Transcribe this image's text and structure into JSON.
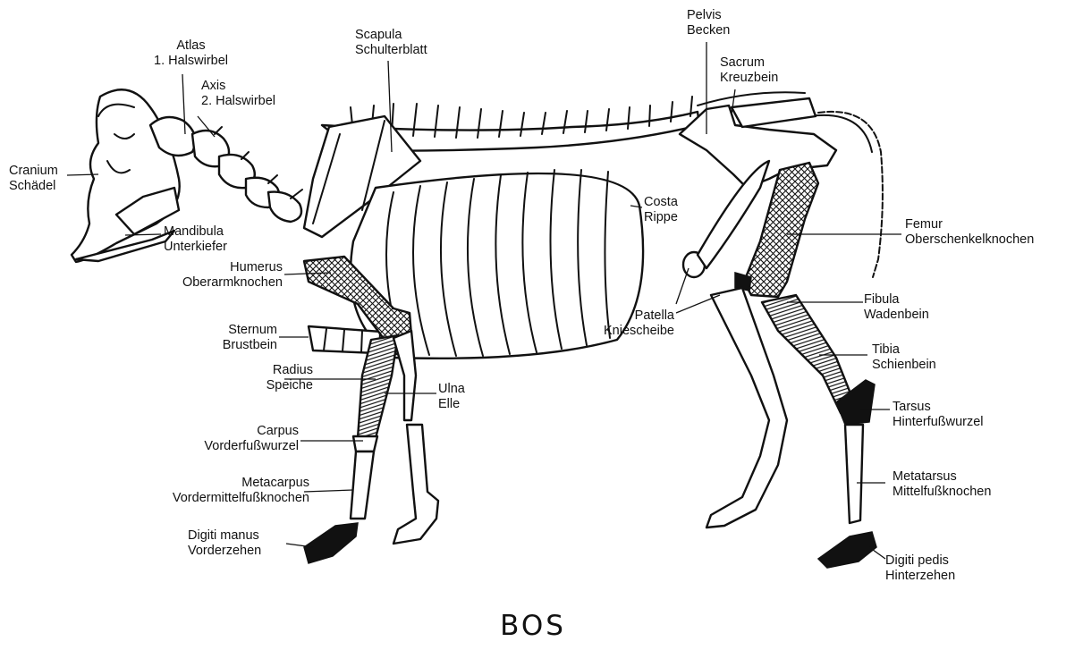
{
  "title": "BOS",
  "labels": {
    "atlas": [
      "Atlas",
      "1. Halswirbel"
    ],
    "axis": [
      "Axis",
      "2. Halswirbel"
    ],
    "scapula": [
      "Scapula",
      "Schulterblatt"
    ],
    "pelvis": [
      "Pelvis",
      "Becken"
    ],
    "sacrum": [
      "Sacrum",
      "Kreuzbein"
    ],
    "cranium": [
      "Cranium",
      "Schädel"
    ],
    "mandibula": [
      "Mandibula",
      "Unterkiefer"
    ],
    "costa": [
      "Costa",
      "Rippe"
    ],
    "femur": [
      "Femur",
      "Oberschenkelknochen"
    ],
    "humerus": [
      "Humerus",
      "Oberarmknochen"
    ],
    "fibula": [
      "Fibula",
      "Wadenbein"
    ],
    "patella": [
      "Patella",
      "Kniescheibe"
    ],
    "sternum": [
      "Sternum",
      "Brustbein"
    ],
    "tibia": [
      "Tibia",
      "Schienbein"
    ],
    "radius": [
      "Radius",
      "Speiche"
    ],
    "ulna": [
      "Ulna",
      "Elle"
    ],
    "tarsus": [
      "Tarsus",
      "Hinterfußwurzel"
    ],
    "carpus": [
      "Carpus",
      "Vorderfußwurzel"
    ],
    "metacarpus": [
      "Metacarpus",
      "Vordermittelfußknochen"
    ],
    "metatarsus": [
      "Metatarsus",
      "Mittelfußknochen"
    ],
    "digiti_manus": [
      "Digiti manus",
      "Vorderzehen"
    ],
    "digiti_pedis": [
      "Digiti pedis",
      "Hinterzehen"
    ]
  }
}
